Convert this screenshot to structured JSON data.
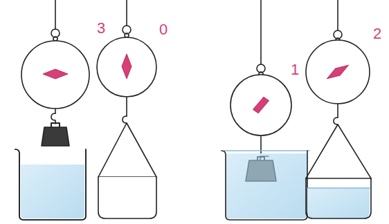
{
  "diagram": {
    "labels": [
      "3",
      "0",
      "1",
      "2"
    ]
  }
}
